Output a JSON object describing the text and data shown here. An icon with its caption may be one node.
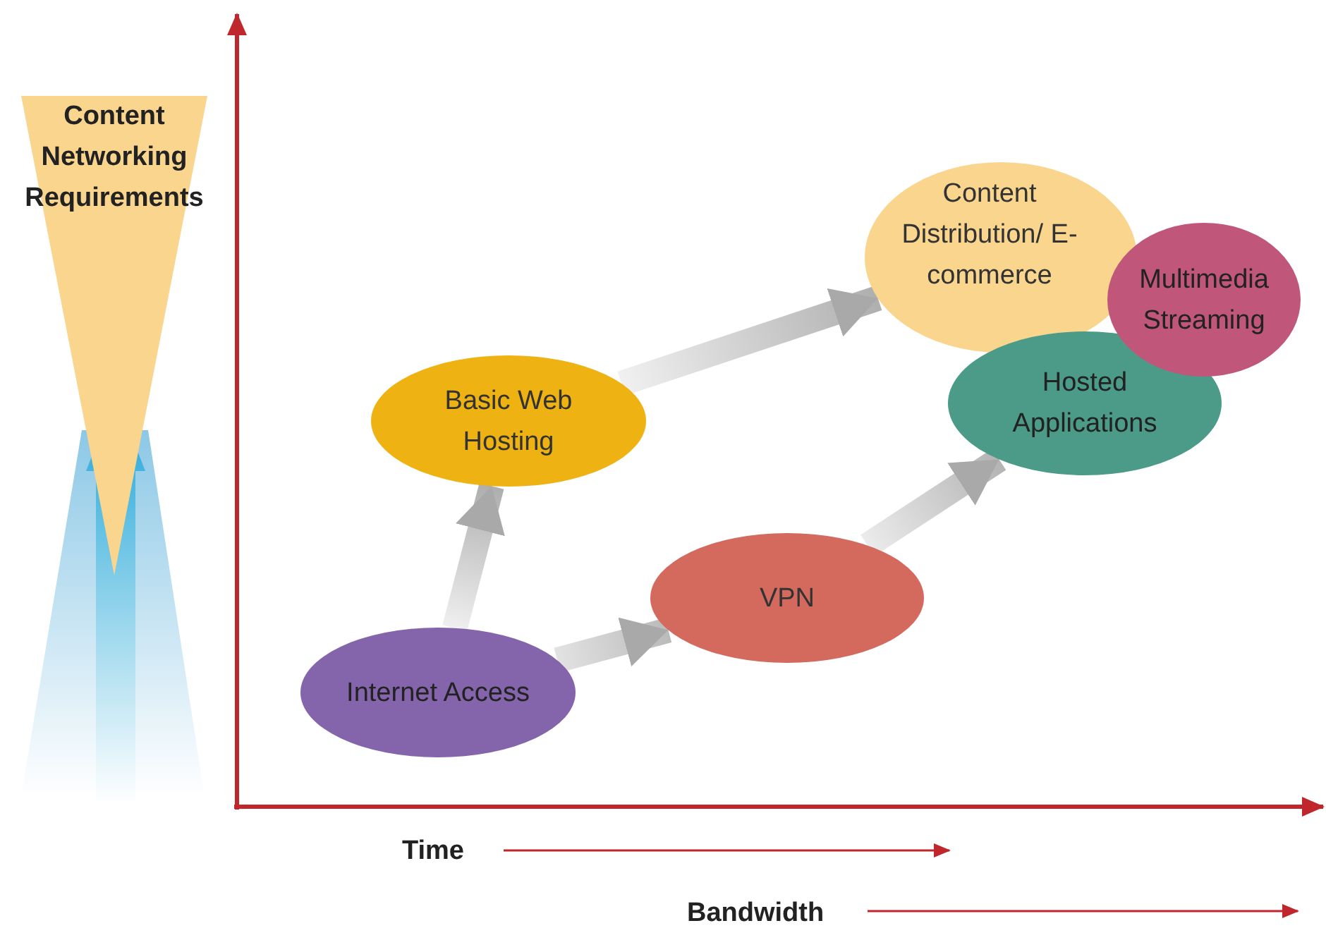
{
  "diagram": {
    "nodes": [
      {
        "text": [
          "Internet Access"
        ]
      },
      {
        "text": [
          "Basic Web Hosting"
        ]
      },
      {
        "text": [
          "VPN"
        ]
      },
      {
        "text": [
          "Content Distribution/ E-commerce"
        ]
      },
      {
        "text": [
          "Hosted Applications"
        ]
      },
      {
        "text": [
          "Multimedia Streaming"
        ]
      },
      {
        "text": [
          "Content Networking Requirements"
        ]
      }
    ],
    "edges": [
      {
        "from": 0,
        "to": 1,
        "arrow": "to",
        "style": "thick"
      },
      {
        "from": 0,
        "to": 2,
        "arrow": "to",
        "style": "thick"
      },
      {
        "from": 1,
        "to": 3,
        "arrow": "to",
        "style": "thick"
      },
      {
        "from": 2,
        "to": 4,
        "arrow": "to",
        "style": "thick"
      }
    ],
    "labels": [
      "Time",
      "Bandwidth"
    ]
  }
}
